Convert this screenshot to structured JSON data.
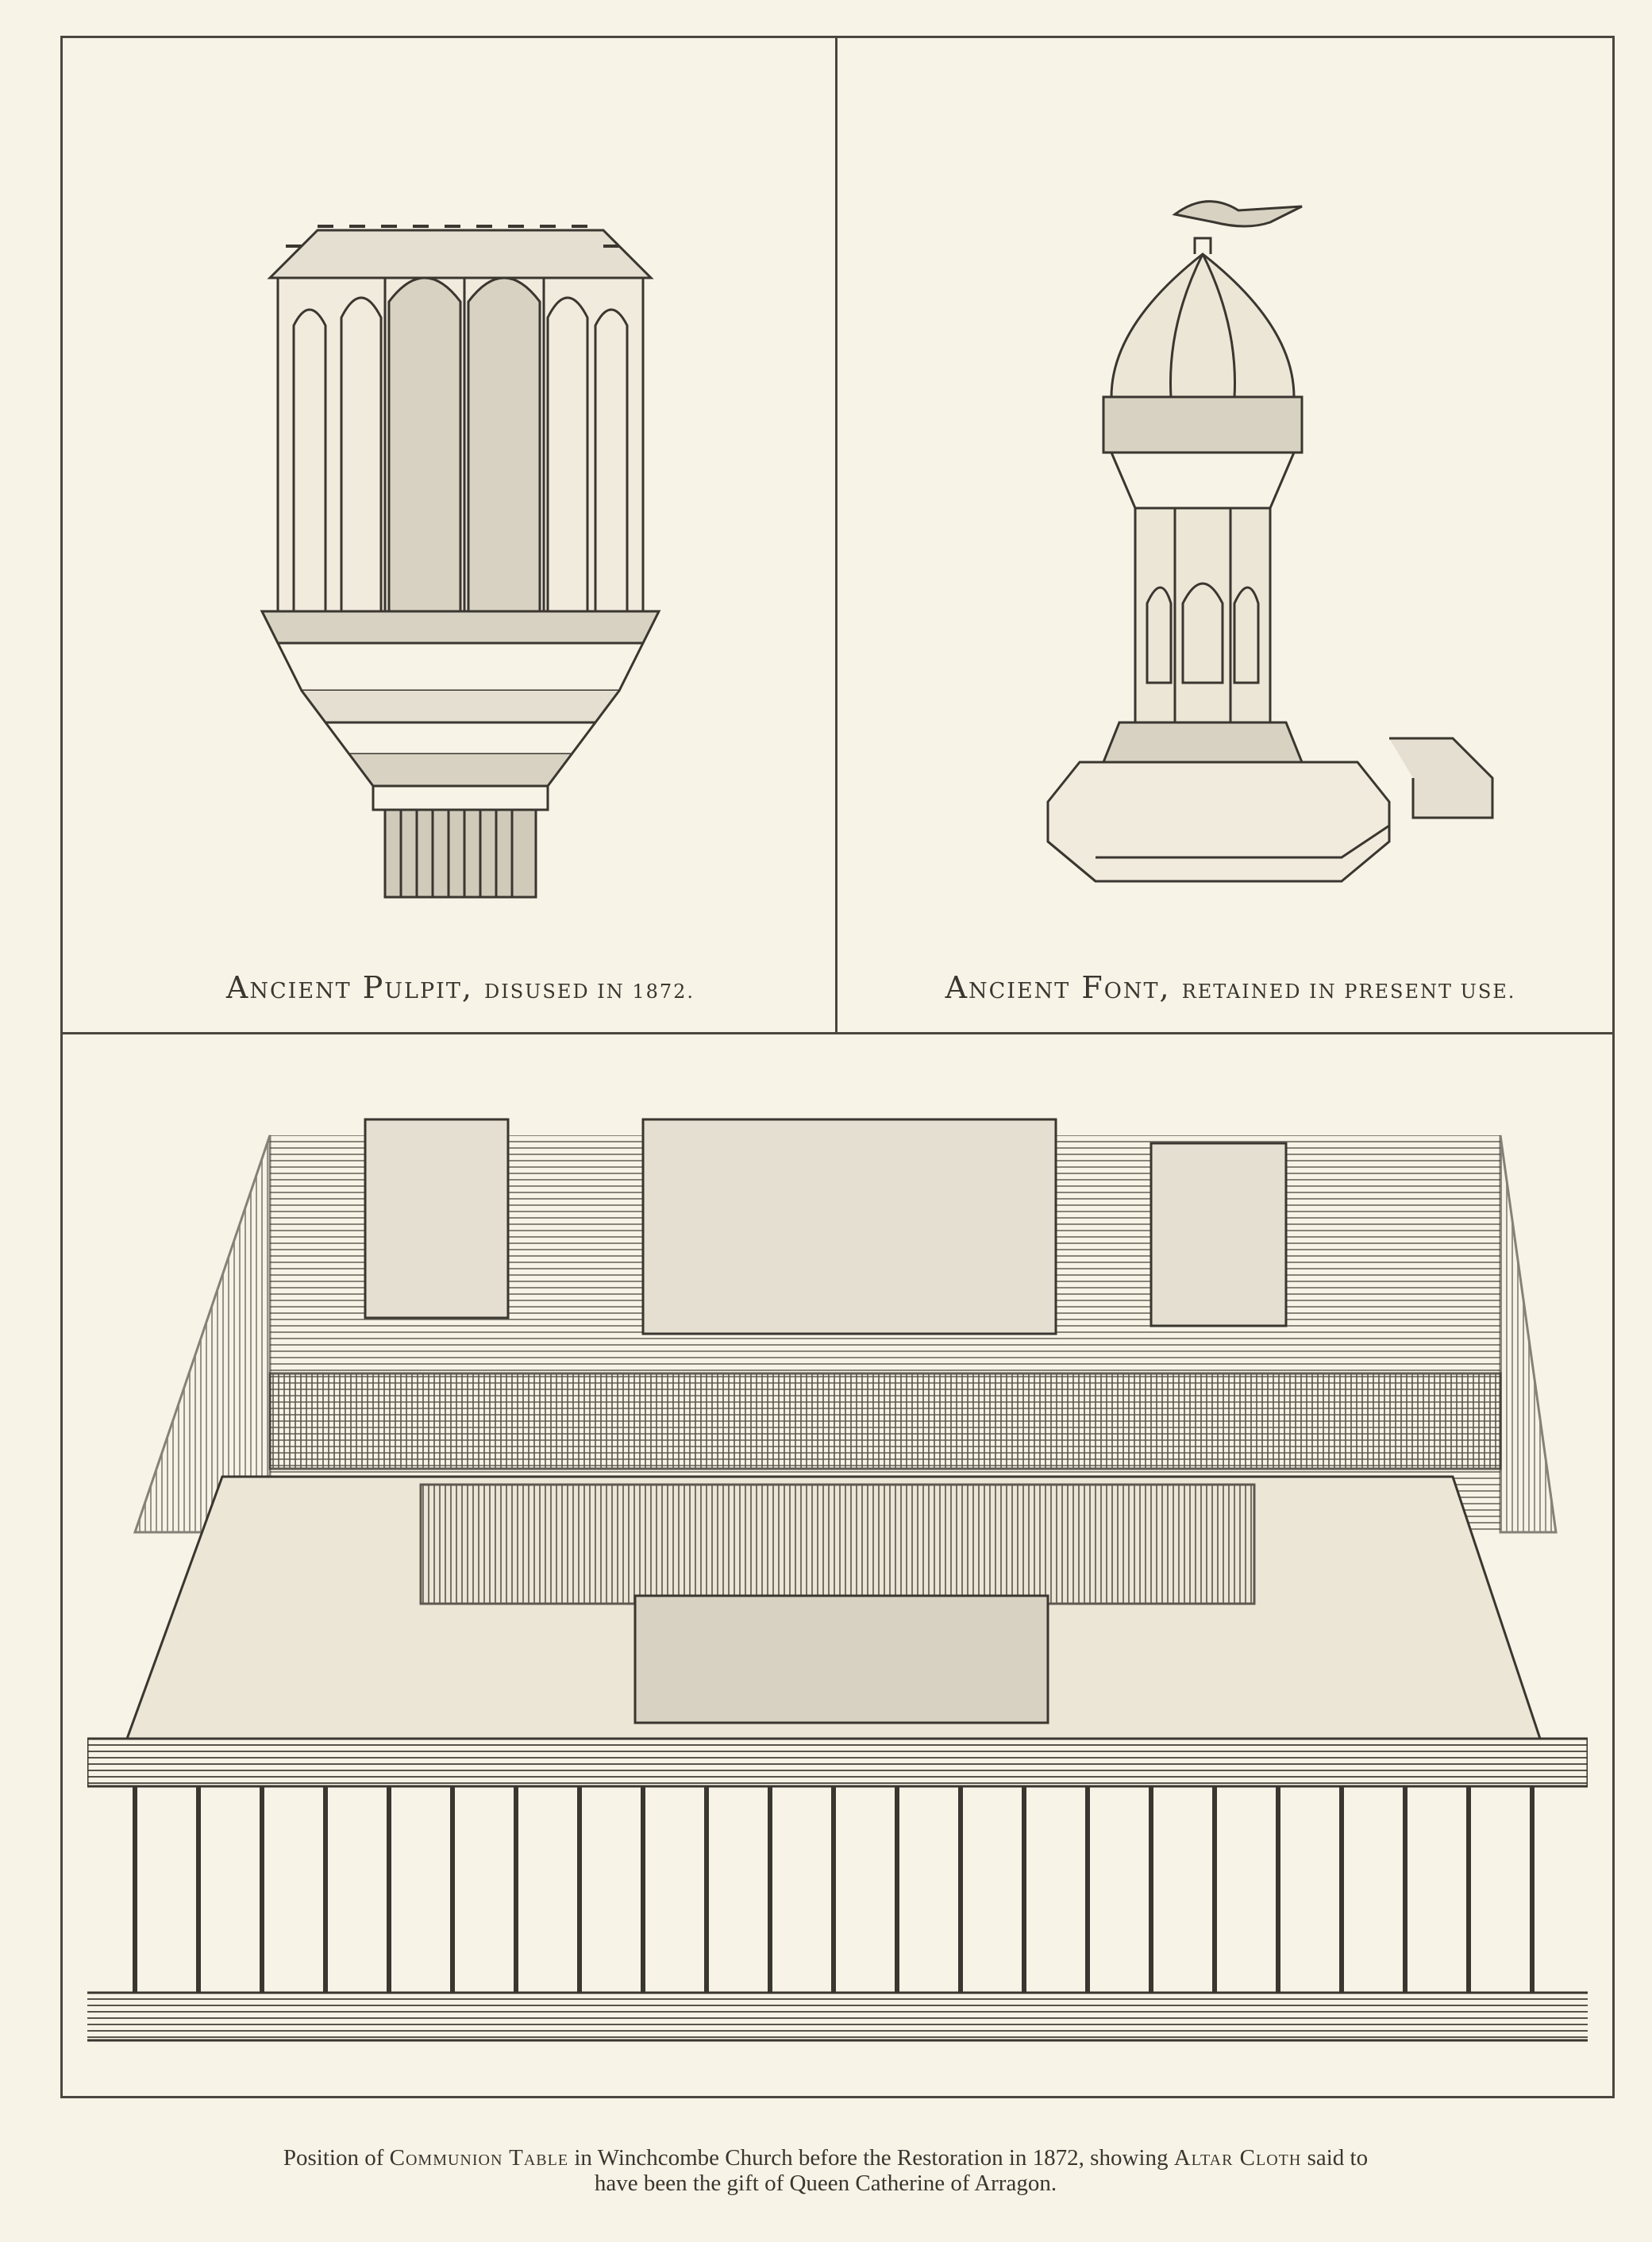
{
  "panels": {
    "pulpit": {
      "title": "Ancient Pulpit,",
      "subtitle": "disused in 1872."
    },
    "font": {
      "title": "Ancient Font,",
      "subtitle": "retained in present use."
    }
  },
  "caption": {
    "part1": "Position of ",
    "part2": "Communion Table",
    "part3": " in Winchcombe Church before the Restoration in 1872, showing ",
    "part4": "Altar Cloth",
    "part5": " said to",
    "line2": "have been the gift of Queen Catherine of Arragon."
  },
  "colors": {
    "paper": "#f7f3e6",
    "ink": "#3a3630"
  }
}
